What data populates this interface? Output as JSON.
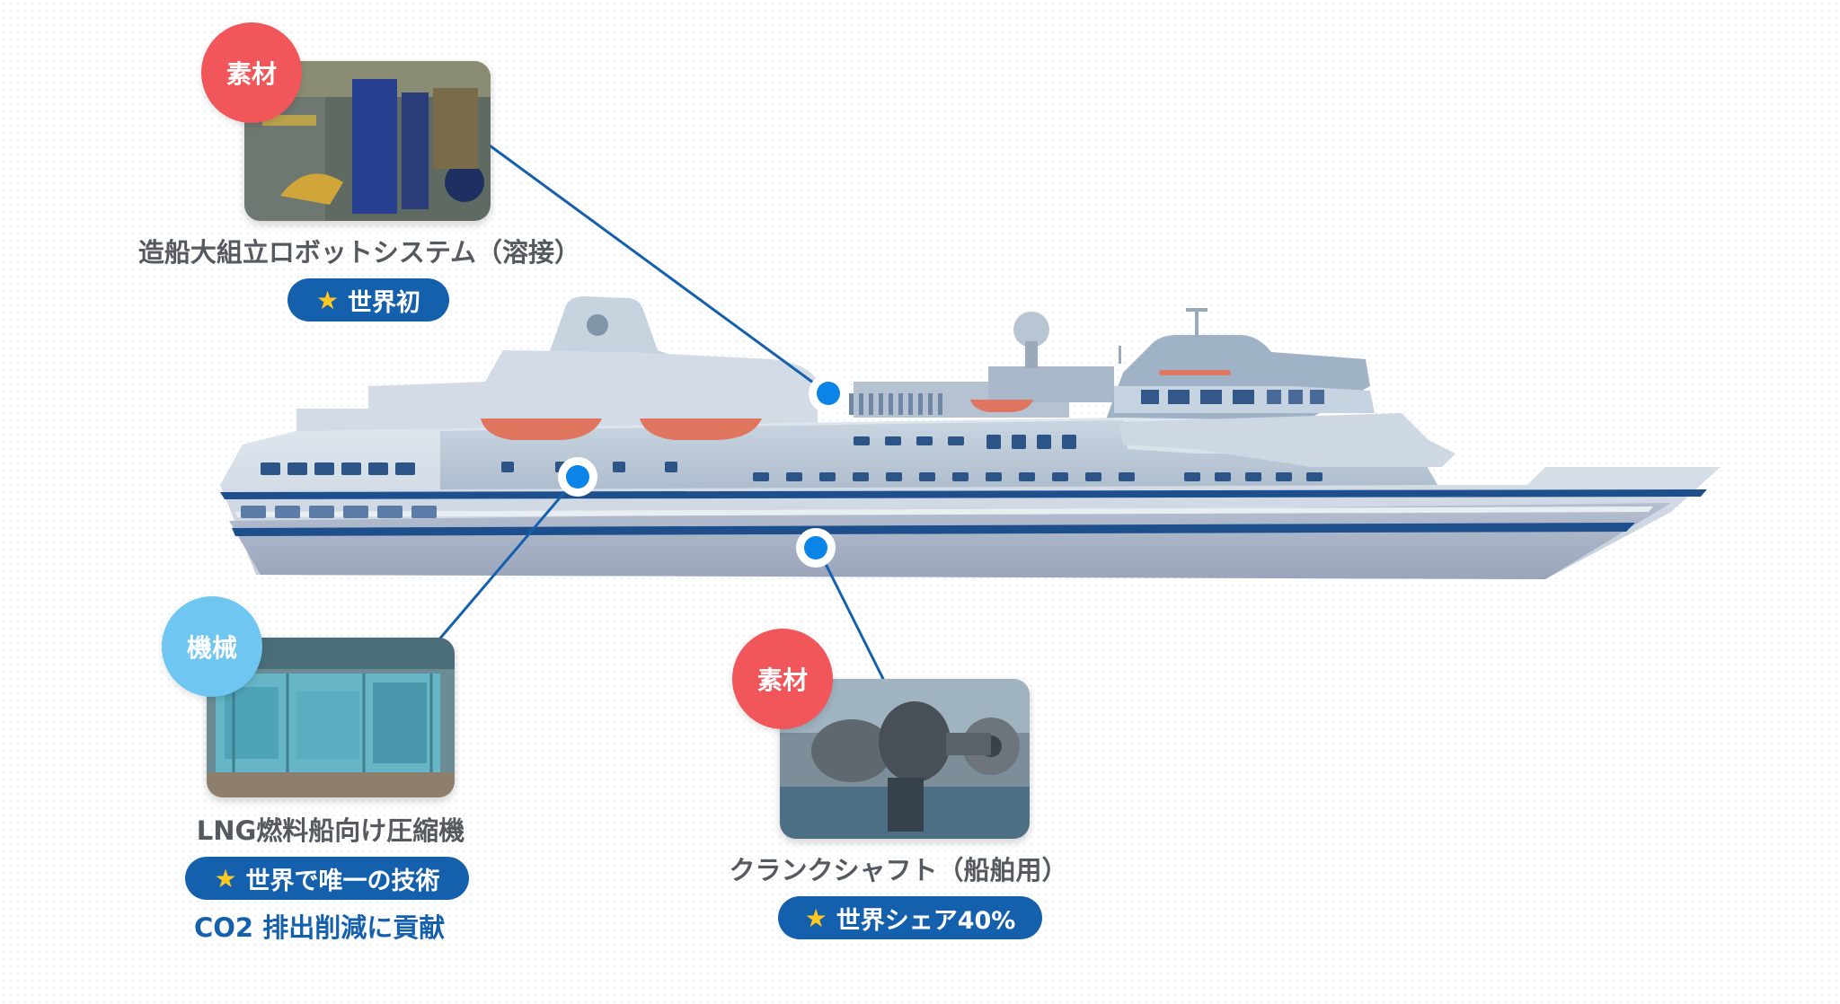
{
  "colors": {
    "accent_blue": "#1560ad",
    "dot_blue": "#0a84e6",
    "category_red": "#f0565a",
    "category_light_blue": "#6ec6f1",
    "star": "#ffc91f"
  },
  "ship": {
    "hotspots": [
      {
        "name": "hotspot-robot-system"
      },
      {
        "name": "hotspot-compressor"
      },
      {
        "name": "hotspot-crankshaft"
      }
    ]
  },
  "products": [
    {
      "category": "素材",
      "category_color": "#f0565a",
      "image_icon": "welding-robot-photo",
      "title": "造船大組立ロボットシステム（溶接）",
      "badge": "世界初",
      "badge_icon": "star-icon"
    },
    {
      "category": "機械",
      "category_color": "#6ec6f1",
      "image_icon": "compressor-photo",
      "title": "LNG燃料船向け圧縮機",
      "badge": "世界で唯一の技術",
      "badge_icon": "star-icon",
      "note": "CO2 排出削減に貢献"
    },
    {
      "category": "素材",
      "category_color": "#f0565a",
      "image_icon": "crankshaft-photo",
      "title": "クランクシャフト（船舶用）",
      "badge": "世界シェア40%",
      "badge_icon": "star-icon"
    }
  ]
}
